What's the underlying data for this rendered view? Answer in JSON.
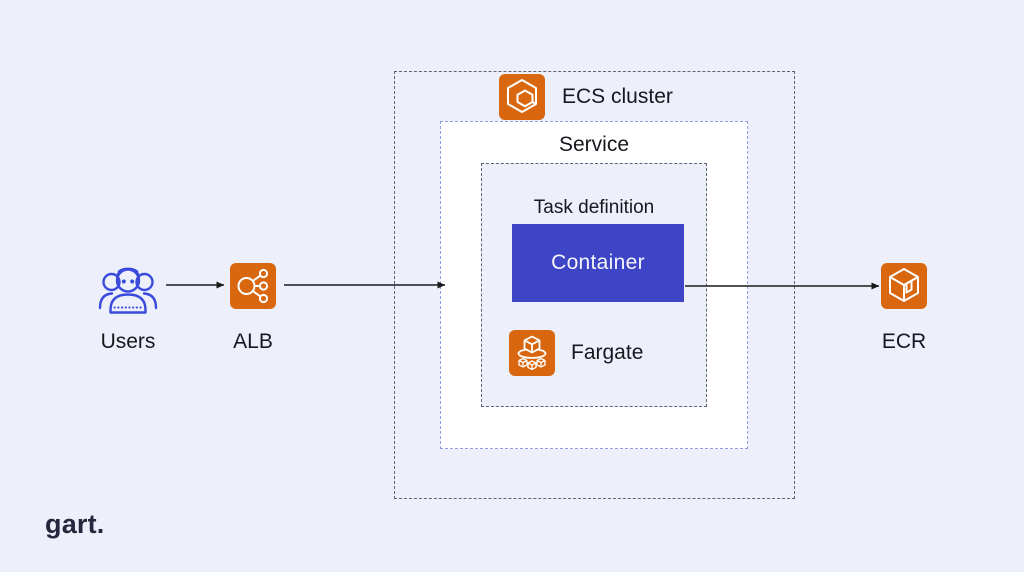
{
  "diagram": {
    "title_context": "AWS ECS Fargate architecture",
    "colors": {
      "background": "#edf0fb",
      "aws_orange": "#d9670f",
      "container_blue": "#3d44c5",
      "outer_dash": "#5e6474",
      "service_dash": "#929de6",
      "service_bg": "#ffffff",
      "text": "#17181d",
      "users_outline_blue": "#3a4bdb",
      "arrow": "#1a1a1a",
      "logo": "#26263c"
    },
    "nodes": {
      "users": {
        "label": "Users",
        "icon": "users-group-icon"
      },
      "alb": {
        "label": "ALB",
        "icon": "load-balancer-icon"
      },
      "ecs_cluster": {
        "label": "ECS cluster",
        "icon": "ecs-cluster-icon"
      },
      "service": {
        "label": "Service"
      },
      "task_definition": {
        "label": "Task definition"
      },
      "container": {
        "label": "Container"
      },
      "fargate": {
        "label": "Fargate",
        "icon": "fargate-icon"
      },
      "ecr": {
        "label": "ECR",
        "icon": "ecr-registry-icon"
      }
    },
    "edges": [
      {
        "from": "users",
        "to": "alb"
      },
      {
        "from": "alb",
        "to": "service"
      },
      {
        "from": "container",
        "to": "ecr"
      }
    ]
  },
  "logo": {
    "text": "gart."
  }
}
